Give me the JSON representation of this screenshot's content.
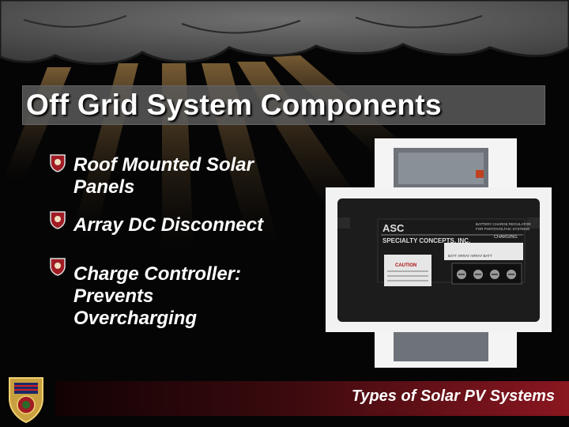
{
  "slide": {
    "title": "Off Grid System Components",
    "bullets": [
      {
        "line1": "Roof Mounted Solar",
        "line2": "Panels"
      },
      {
        "line1": "Array DC Disconnect"
      },
      {
        "line1": "Charge Controller:",
        "line2": "Prevents",
        "line3": "Overcharging"
      }
    ],
    "footer": "Types of Solar PV Systems"
  },
  "device": {
    "brand": "ASC",
    "company": "SPECIALTY CONCEPTS, INC.",
    "product_line1": "BATTERY CHARGE REGULATOR",
    "product_line2": "FOR PHOTOVOLTAIC SYSTEMS",
    "charging": "CHARGING",
    "caution": "CAUTION",
    "terminals": "BATT  ARRAY  ARRAY  BATT"
  },
  "colors": {
    "background": "#050505",
    "title_box": "#5a5a5a",
    "footer_accent": "#8a1620",
    "bullet": "#a01c24"
  },
  "icons": [
    "fire-department-badge-icon",
    "shield-bullet-icon"
  ]
}
